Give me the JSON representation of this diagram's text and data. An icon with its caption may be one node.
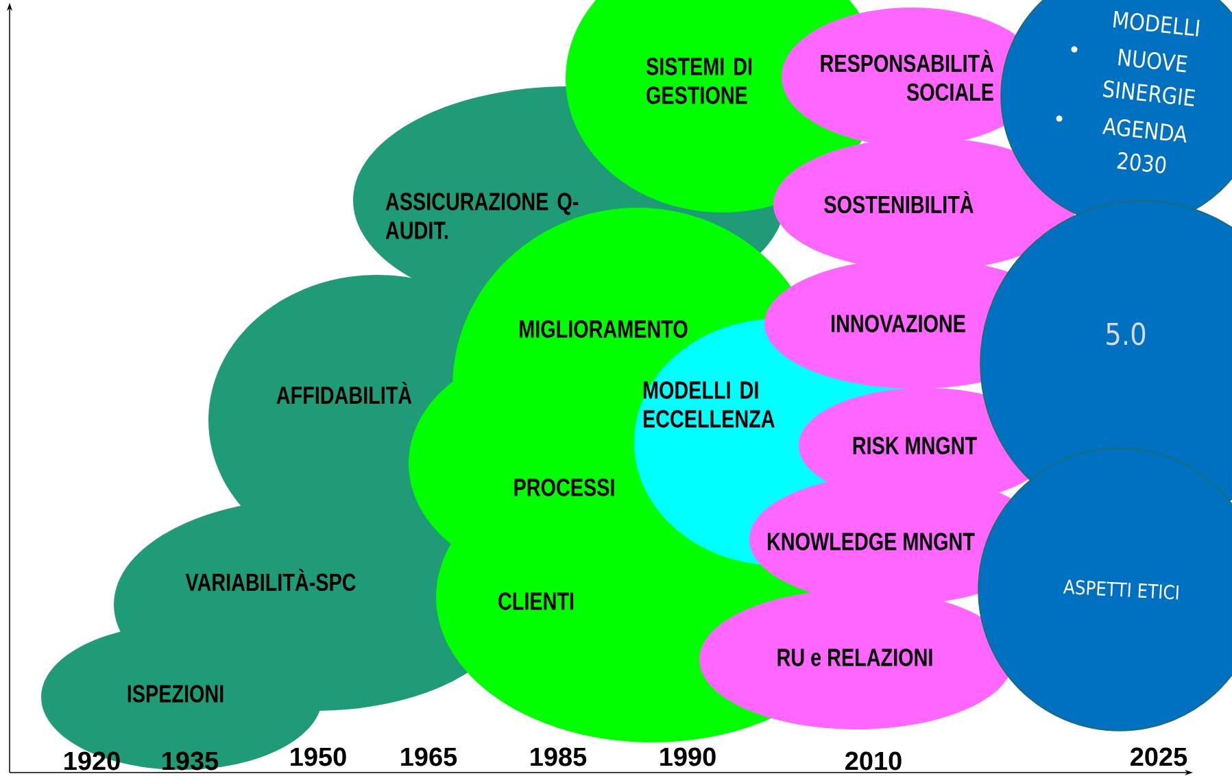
{
  "diagram": {
    "nodes": [
      {
        "text": [
          "ISPEZIONI"
        ]
      },
      {
        "text": [
          "VARIABILITÀ-SPC"
        ]
      },
      {
        "text": [
          "AFFIDABILITÀ"
        ]
      },
      {
        "text": [
          "ASSICURAZIONE Q- AUDIT."
        ]
      },
      {
        "text": [
          "SISTEMI DI GESTIONE"
        ]
      },
      {
        "text": [
          "MIGLIORAMENTO"
        ]
      },
      {
        "text": [
          "PROCESSI"
        ]
      },
      {
        "text": [
          "CLIENTI"
        ]
      },
      {
        "text": [
          "MODELLI DI ECCELLENZA"
        ]
      },
      {
        "text": [
          "RESPONSABILITÀ SOCIALE"
        ]
      },
      {
        "text": [
          "SOSTENIBILITÀ"
        ]
      },
      {
        "text": [
          "INNOVAZIONE"
        ]
      },
      {
        "text": [
          "RISK MNGNT"
        ]
      },
      {
        "text": [
          "KNOWLEDGE MNGNT"
        ]
      },
      {
        "text": [
          "RU e RELAZIONI"
        ]
      },
      {
        "text": [
          "MODELLI",
          "NUOVE SINERGIE",
          "AGENDA 2030"
        ]
      },
      {
        "text": [
          "5.0"
        ]
      },
      {
        "text": [
          "ASPETTI ETICI"
        ]
      }
    ],
    "labels": [
      "1920",
      "1935",
      "1950",
      "1965",
      "1985",
      "1990",
      "2010",
      "2025"
    ]
  }
}
